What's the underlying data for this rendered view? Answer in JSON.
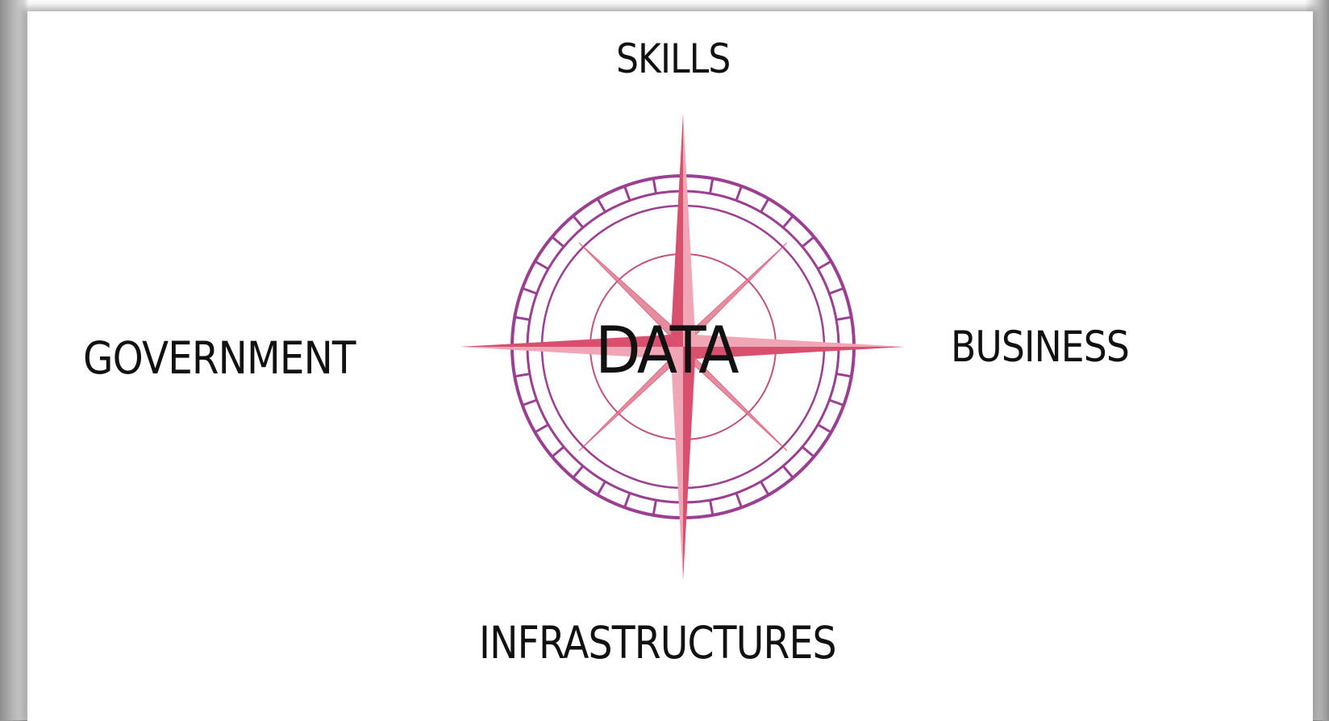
{
  "diagram": {
    "center": "DATA",
    "top": "SKILLS",
    "left": "GOVERNMENT",
    "right": "BUSINESS",
    "bottom": "INFRASTRUCTURES"
  },
  "colors": {
    "ring": "#9b3f93",
    "star": "#d94f6e",
    "text": "#111111"
  },
  "icons": {
    "compass": "compass-rose-icon"
  }
}
